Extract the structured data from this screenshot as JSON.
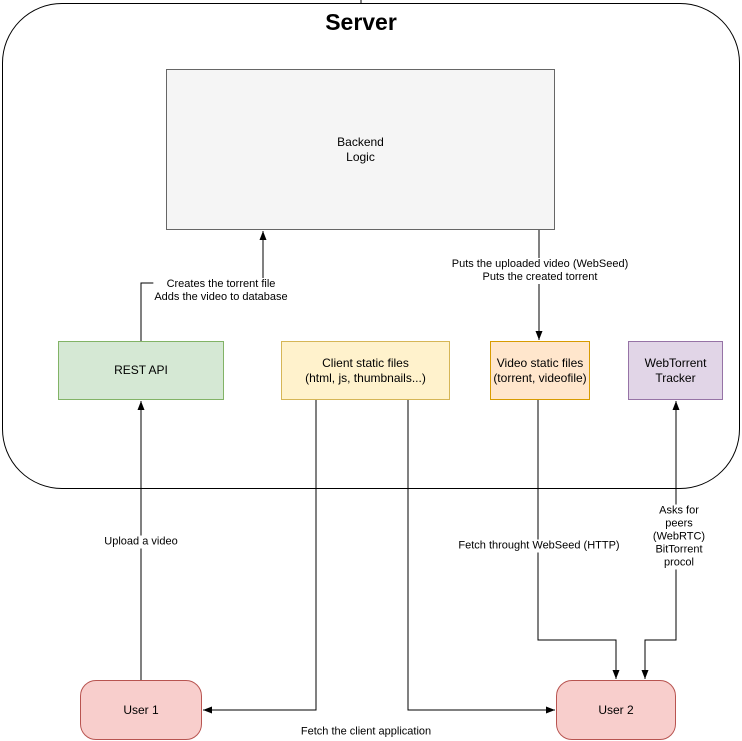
{
  "diagram": {
    "title": "Server",
    "nodes": {
      "backend": {
        "label": "Backend\nLogic",
        "fill": "#f5f5f5",
        "stroke": "#666666"
      },
      "rest_api": {
        "label": "REST API",
        "fill": "#d5e8d4",
        "stroke": "#82b366"
      },
      "client_static": {
        "label": "Client static files\n(html, js, thumbnails...)",
        "fill": "#fff2cc",
        "stroke": "#d6b656"
      },
      "video_static": {
        "label": "Video static files\n(torrent, videofile)",
        "fill": "#ffe6cc",
        "stroke": "#d79b00"
      },
      "tracker": {
        "label": "WebTorrent\nTracker",
        "fill": "#e1d5e7",
        "stroke": "#9673a6"
      },
      "user1": {
        "label": "User 1",
        "fill": "#f8cecc",
        "stroke": "#b85450"
      },
      "user2": {
        "label": "User 2",
        "fill": "#f8cecc",
        "stroke": "#b85450"
      }
    },
    "edge_labels": {
      "creates_torrent": "Creates the torrent file\nAdds the video to database",
      "puts_video": "Puts the uploaded video (WebSeed)\nPuts the created torrent",
      "upload_video": "Upload a video",
      "fetch_webseed": "Fetch throught WebSeed (HTTP)",
      "asks_peers": "Asks for peers (WebRTC)\nBitTorrent procol",
      "fetch_client": "Fetch the client application"
    },
    "edge_color": "#000000"
  }
}
